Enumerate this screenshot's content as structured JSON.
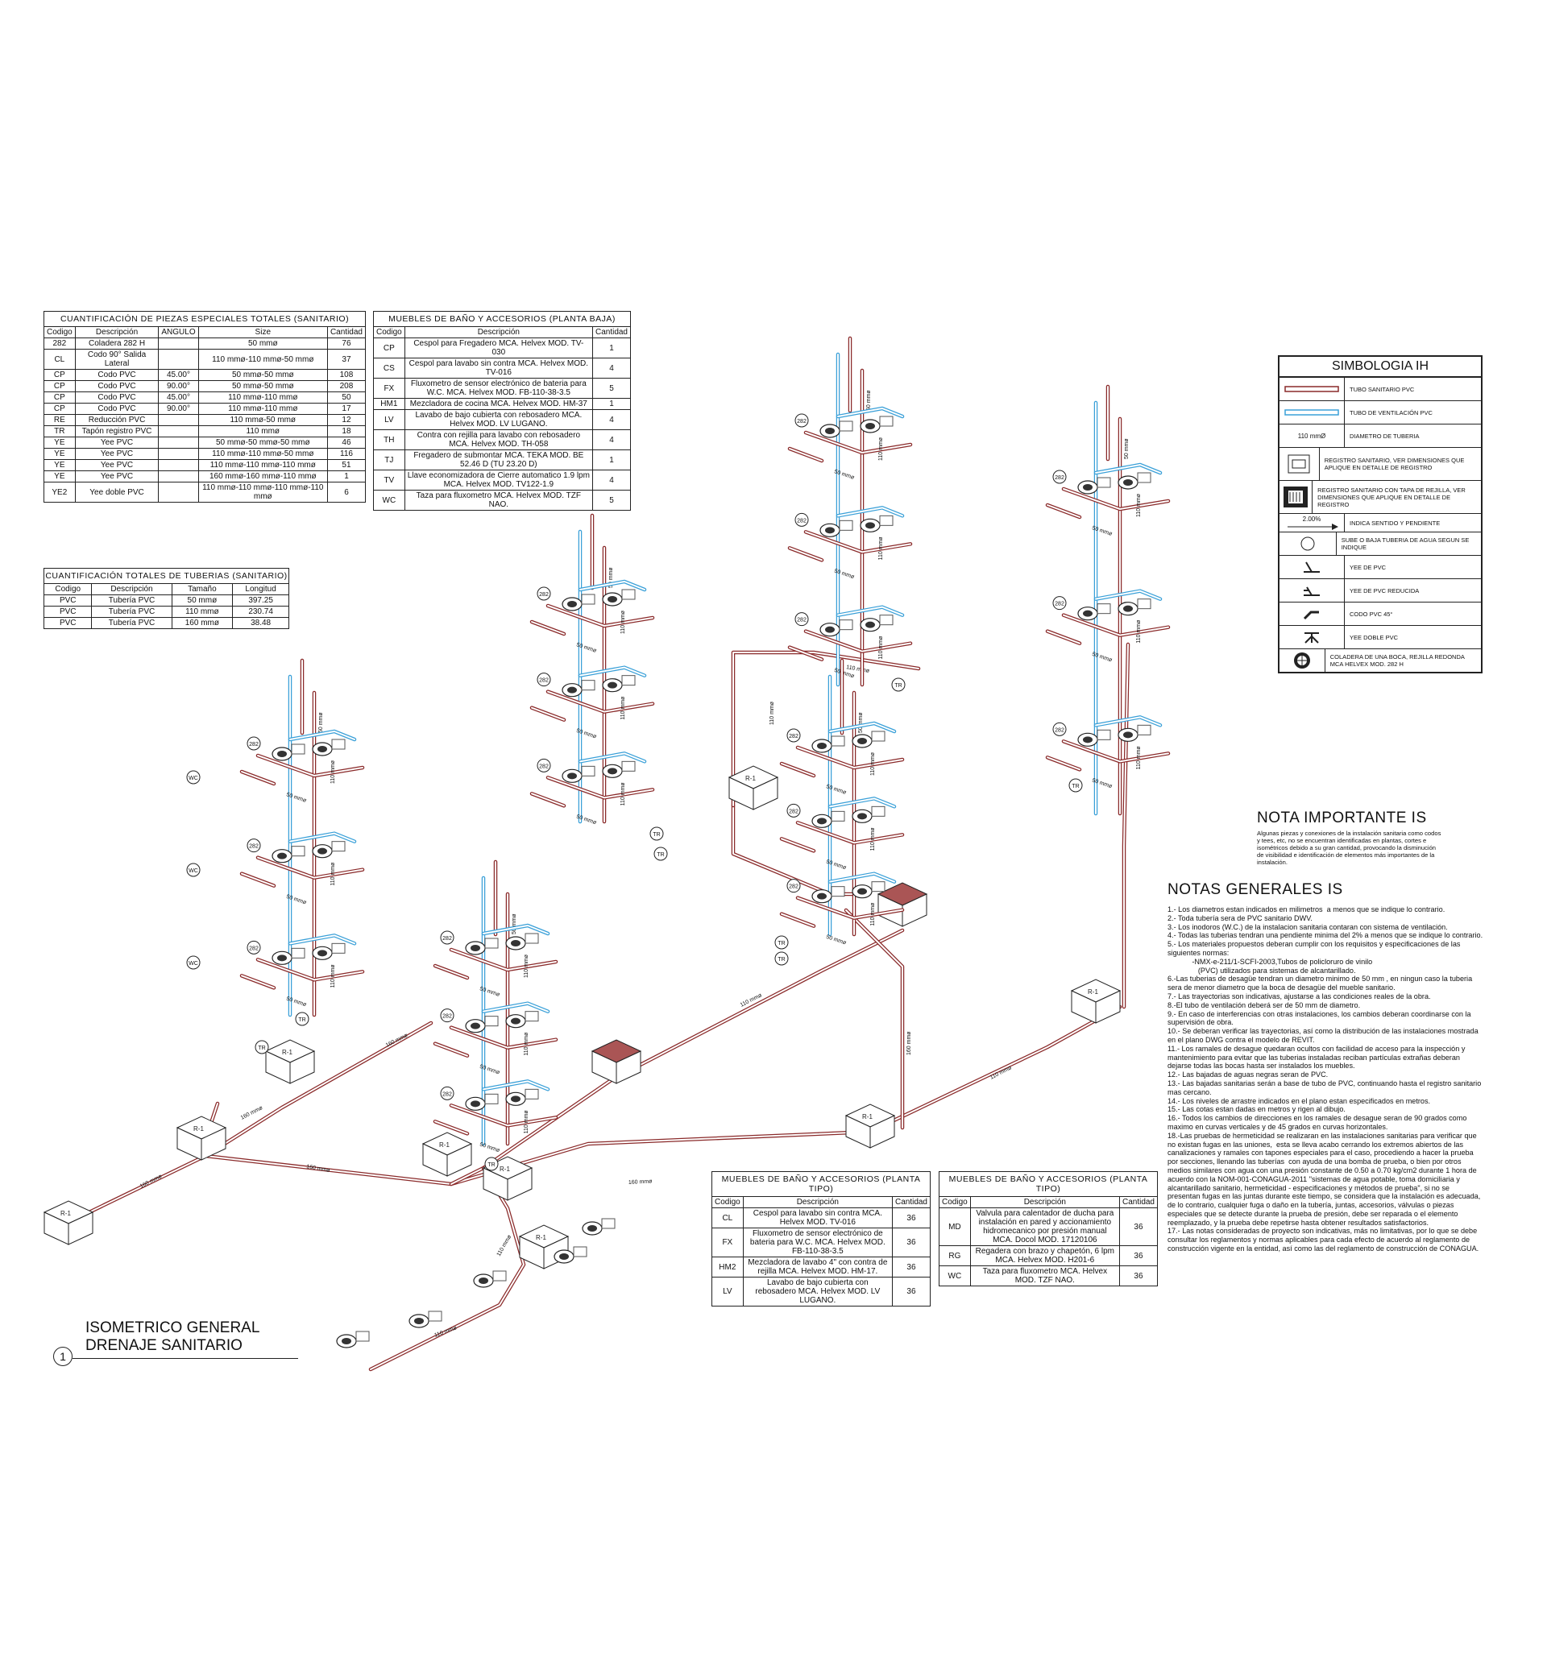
{
  "piezas": {
    "title": "CUANTIFICACIÓN DE PIEZAS ESPECIALES TOTALES (SANITARIO)",
    "headers": [
      "Codigo",
      "Descripción",
      "ANGULO",
      "Size",
      "Cantidad"
    ],
    "rows": [
      [
        "282",
        "Coladera 282 H",
        "",
        "50 mmø",
        "76"
      ],
      [
        "CL",
        "Codo 90° Salida Lateral",
        "",
        "110 mmø-110 mmø-50 mmø",
        "37"
      ],
      [
        "CP",
        "Codo PVC",
        "45.00°",
        "50 mmø-50 mmø",
        "108"
      ],
      [
        "CP",
        "Codo PVC",
        "90.00°",
        "50 mmø-50 mmø",
        "208"
      ],
      [
        "CP",
        "Codo PVC",
        "45.00°",
        "110 mmø-110 mmø",
        "50"
      ],
      [
        "CP",
        "Codo PVC",
        "90.00°",
        "110 mmø-110 mmø",
        "17"
      ],
      [
        "RE",
        "Reducción PVC",
        "",
        "110 mmø-50 mmø",
        "12"
      ],
      [
        "TR",
        "Tapón registro PVC",
        "",
        "110 mmø",
        "18"
      ],
      [
        "YE",
        "Yee PVC",
        "",
        "50 mmø-50 mmø-50 mmø",
        "46"
      ],
      [
        "YE",
        "Yee PVC",
        "",
        "110 mmø-110 mmø-50 mmø",
        "116"
      ],
      [
        "YE",
        "Yee PVC",
        "",
        "110 mmø-110 mmø-110 mmø",
        "51"
      ],
      [
        "YE",
        "Yee PVC",
        "",
        "160 mmø-160 mmø-110 mmø",
        "1"
      ],
      [
        "YE2",
        "Yee doble PVC",
        "",
        "110 mmø-110 mmø-110 mmø-110 mmø",
        "6"
      ]
    ]
  },
  "tuberias": {
    "title": "CUANTIFICACIÓN TOTALES DE TUBERIAS (SANITARIO)",
    "headers": [
      "Codigo",
      "Descripción",
      "Tamaño",
      "Longitud"
    ],
    "rows": [
      [
        "PVC",
        "Tubería PVC",
        "50 mmø",
        "397.25"
      ],
      [
        "PVC",
        "Tubería PVC",
        "110 mmø",
        "230.74"
      ],
      [
        "PVC",
        "Tubería PVC",
        "160 mmø",
        "38.48"
      ]
    ]
  },
  "muebles_pb": {
    "title": "MUEBLES DE BAÑO Y ACCESORIOS (PLANTA BAJA)",
    "headers": [
      "Codigo",
      "Descripción",
      "Cantidad"
    ],
    "rows": [
      [
        "CP",
        "Cespol para Fregadero MCA. Helvex MOD. TV-030",
        "1"
      ],
      [
        "CS",
        "Cespol para lavabo sin contra MCA. Helvex MOD. TV-016",
        "4"
      ],
      [
        "FX",
        "Fluxometro de sensor electrónico de bateria para W.C. MCA. Helvex MOD. FB-110-38-3.5",
        "5"
      ],
      [
        "HM1",
        "Mezcladora de cocina MCA. Helvex MOD. HM-37",
        "1"
      ],
      [
        "LV",
        "Lavabo de bajo cubierta con rebosadero MCA. Helvex MOD. LV LUGANO.",
        "4"
      ],
      [
        "TH",
        "Contra con rejilla para lavabo con rebosadero MCA. Helvex MOD. TH-058",
        "4"
      ],
      [
        "TJ",
        "Fregadero de submontar MCA. TEKA MOD. BE 52.46 D (TU 23.20 D)",
        "1"
      ],
      [
        "TV",
        "Llave economizadora de Cierre automatico 1.9 lpm MCA. Helvex MOD. TV122-1.9",
        "4"
      ],
      [
        "WC",
        "Taza para fluxometro MCA. Helvex MOD. TZF NAO.",
        "5"
      ]
    ]
  },
  "muebles_tipo_1": {
    "title": "MUEBLES DE BAÑO Y ACCESORIOS (PLANTA TIPO)",
    "headers": [
      "Codigo",
      "Descripción",
      "Cantidad"
    ],
    "rows": [
      [
        "CL",
        "Cespol para lavabo sin contra MCA. Helvex MOD. TV-016",
        "36"
      ],
      [
        "FX",
        "Fluxometro de sensor electrónico de bateria para W.C. MCA. Helvex MOD. FB-110-38-3.5",
        "36"
      ],
      [
        "HM2",
        "Mezcladora de lavabo 4\" con contra de rejilla MCA. Helvex MOD. HM-17.",
        "36"
      ],
      [
        "LV",
        "Lavabo de bajo cubierta con rebosadero MCA. Helvex MOD. LV LUGANO.",
        "36"
      ]
    ]
  },
  "muebles_tipo_2": {
    "title": "MUEBLES DE BAÑO Y ACCESORIOS (PLANTA TIPO)",
    "headers": [
      "Codigo",
      "Descripción",
      "Cantidad"
    ],
    "rows": [
      [
        "MD",
        "Valvula para calentador de ducha para instalación en pared y accionamiento hidromecanico por presión manual MCA. Docol MOD. 17120106",
        "36"
      ],
      [
        "RG",
        "Regadera con brazo y chapetón, 6 lpm MCA. Helvex MOD. H201-6",
        "36"
      ],
      [
        "WC",
        "Taza para fluxometro MCA. Helvex MOD. TZF NAO.",
        "36"
      ]
    ]
  },
  "simbologia": {
    "title": "SIMBOLOGIA IH",
    "items": [
      {
        "icon": "sanitary-pipe-icon",
        "sym": "",
        "label": "TUBO SANITARIO PVC"
      },
      {
        "icon": "vent-pipe-icon",
        "sym": "",
        "label": "TUBO DE VENTILACIÓN PVC"
      },
      {
        "icon": "diameter-text",
        "sym": "110 mmØ",
        "label": "DIAMETRO DE TUBERIA"
      },
      {
        "icon": "registro-icon",
        "sym": "",
        "label": "REGISTRO SANITARIO, VER DIMENSIONES QUE APLIQUE EN DETALLE DE REGISTRO"
      },
      {
        "icon": "registro-tapa-icon",
        "sym": "",
        "label": "REGISTRO SANITARIO CON TAPA DE REJILLA, VER DIMENSIONES QUE APLIQUE EN DETALLE DE REGISTRO"
      },
      {
        "icon": "slope-arrow-icon",
        "sym": "2.00%",
        "label": "INDICA SENTIDO Y PENDIENTE"
      },
      {
        "icon": "circle-icon",
        "sym": "",
        "label": "SUBE O BAJA TUBERIA DE AGUA SEGUN SE INDIQUE"
      },
      {
        "icon": "yee-icon",
        "sym": "",
        "label": "YEE DE PVC"
      },
      {
        "icon": "yee-reducida-icon",
        "sym": "",
        "label": "YEE DE PVC REDUCIDA"
      },
      {
        "icon": "codo-icon",
        "sym": "",
        "label": "CODO PVC 45°"
      },
      {
        "icon": "yee-doble-icon",
        "sym": "",
        "label": "YEE DOBLE PVC"
      },
      {
        "icon": "coladera-icon",
        "sym": "",
        "label": "COLADERA DE UNA BOCA, REJILLA REDONDA MCA HELVEX MOD. 282 H"
      }
    ]
  },
  "nota_importante": {
    "title": "NOTA IMPORTANTE IS",
    "text": "Algunas piezas y conexiones de la instalación sanitaria como codos y tees, etc, no se encuentran identificadas en plantas, cortes e isométricos debido a su gran cantidad, provocando la disminución de visibilidad e identificación de elementos más importantes de la instalación."
  },
  "notas_generales": {
    "title": "NOTAS GENERALES IS",
    "items": [
      "1.- Los diametros estan indicados en milimetros  a menos que se indique lo contrario.",
      "2.- Toda tubería sera de PVC sanitario DWV.",
      "3.- Los inodoros (W.C.) de la instalacion sanitaria contaran con sistema de ventilación.",
      "4.- Todas las tuberias tendran una pendiente minima del 2% a menos que se indique lo contrario.",
      "5.- Los materiales propuestos deberan cumplir con los requisitos y especificaciones de las siguientes normas:",
      "            -NMX-e-211/1-SCFI-2003,Tubos de policloruro de vinilo",
      "               (PVC) utilizados para sistemas de alcantarillado.",
      "6.-Las tuberias de desagüe tendran un diametro minimo de 50 mm , en ningun caso la tuberia sera de menor diametro que la boca de desagüe del mueble sanitario.",
      "7.- Las trayectorias son indicativas, ajustarse a las condiciones reales de la obra.",
      "8.-El tubo de ventilación deberá ser de 50 mm de diametro.",
      "9.- En caso de interferencias con otras instalaciones, los cambios deberan coordinarse con la supervisión de obra.",
      "10.- Se deberan verificar las trayectorias, así como la distribución de las instalaciones mostrada en el plano DWG contra el modelo de REVIT.",
      "11.- Los ramales de desague quedaran ocultos con facilidad de acceso para la inspección y mantenimiento para evitar que las tuberias instaladas reciban partículas extrañas deberan dejarse todas las bocas hasta ser instalados los muebles.",
      "12.- Las bajadas de aguas negras seran de PVC.",
      "13.- Las bajadas sanitarias serán a base de tubo de PVC, continuando hasta el registro sanitario mas cercano.",
      "14.- Los niveles de arrastre indicados en el plano estan especificados en metros.",
      "15.- Las cotas estan dadas en metros y rigen al dibujo.",
      "16.- Todos los cambios de direcciones en los ramales de desague seran de 90 grados como maximo en curvas verticales y de 45 grados en curvas horizontales.",
      "18.-Las pruebas de hermeticidad se realizaran en las instalaciones sanitarias para verificar que no existan fugas en las uniones,  esta se lleva acabo cerrando los extremos abiertos de las canalizaciones y ramales con tapones especiales para el caso, procediendo a hacer la prueba por secciones, llenando las tuberías  con ayuda de una bomba de prueba, o bien por otros medios similares con agua con una presión constante de 0.50 a 0.70 kg/cm2 durante 1 hora de acuerdo con la NOM-001-CONAGUA-2011 \"sistemas de agua potable, toma domiciliaria y alcantarillado sanitario, hermeticidad - especificaciones y métodos de prueba\", si no se presentan fugas en las juntas durante este tiempo, se considera que la instalación es adecuada, de lo contrario, cualquier fuga o daño en la tubería, juntas, accesorios, válvulas o piezas especiales que se detecte durante la prueba de presión, debe ser reparada o el elemento reemplazado, y la prueba debe repetirse hasta obtener resultados satisfactorios.",
      "17.- Las notas consideradas de proyecto son indicativas, más no limitativas, por lo que se debe consultar los reglamentos y normas aplicables para cada efecto de acuerdo al reglamento de construcción vigente en la entidad, así como las del reglamento de construcción de CONAGUA."
    ]
  },
  "drawing": {
    "title_line1": "ISOMETRICO GENERAL",
    "title_line2": "DRENAJE SANITARIO",
    "number": "1",
    "tags": {
      "coladera": "282",
      "wc": "WC",
      "tr": "TR",
      "registro": "R-1"
    },
    "dim_labels": {
      "d50": "50 mmø",
      "d110": "110 mmø",
      "d160": "160 mmø"
    },
    "colors": {
      "sanitary": "#8a2a2a",
      "vent": "#3aa0d8",
      "line": "#222222"
    }
  }
}
